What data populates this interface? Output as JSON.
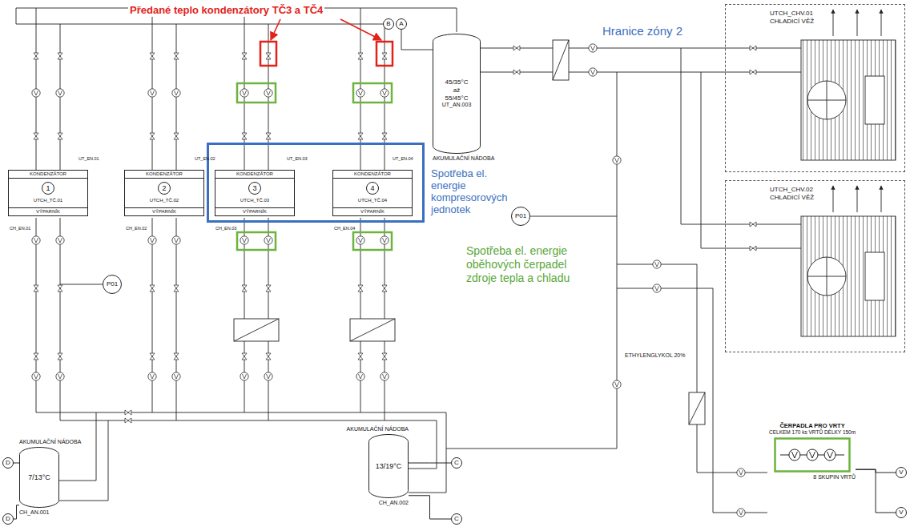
{
  "diagram": {
    "nodes": [
      {
        "text": [
          "B"
        ]
      },
      {
        "text": [
          "A"
        ]
      },
      {
        "text": [
          "45/35°C až 55/45°C",
          "UT_AN.003",
          "AKUMULAČNÍ NÁDOBA"
        ]
      },
      {
        "text": [
          "UTCH_CHV.01",
          "CHLADICÍ VĚŽ"
        ]
      },
      {
        "text": [
          "KONDENZÁTOR",
          "1",
          "UTCH_TČ.01",
          "VÝPARNÍK"
        ]
      },
      {
        "text": [
          "KONDENZÁTOR",
          "2",
          "UTCH_TČ.02",
          "VÝPARNÍK"
        ]
      },
      {
        "text": [
          "Spotřeba el. energie kompresorových jednotek"
        ]
      },
      {
        "text": [
          "KONDENZÁTOR",
          "3",
          "UTCH_TČ.03",
          "VÝPARNÍK"
        ],
        "in": 6
      },
      {
        "text": [
          "KONDENZÁTOR",
          "4",
          "UTCH_TČ.04",
          "VÝPARNÍK"
        ],
        "in": 6
      },
      {
        "text": [
          "UTCH_CHV.02",
          "CHLADICÍ VĚŽ"
        ]
      },
      {
        "text": [
          "P01"
        ]
      },
      {
        "text": [
          "P01"
        ]
      },
      {
        "text": [
          "D"
        ]
      },
      {
        "text": [
          "D"
        ]
      },
      {
        "text": [
          "AKUMULAČNÍ NÁDOBA",
          "7/13°C",
          "CH_AN.001"
        ]
      },
      {
        "text": [
          "AKUMULAČNÍ NÁDOBA",
          "13/19°C",
          "CH_AN.002"
        ]
      },
      {
        "text": [
          "C"
        ]
      },
      {
        "text": [
          "C"
        ]
      },
      {
        "text": [
          "ČERPADLA PRO VRTY",
          "CELKEM 170 ks VRTŮ DÉLKY 150m",
          "8 SKUPIN VRTŮ"
        ]
      },
      {
        "text": [
          "V"
        ]
      },
      {
        "text": [
          "V"
        ]
      }
    ],
    "edges": [
      {
        "from": 12,
        "to": 14,
        "arrow": "none"
      },
      {
        "from": 13,
        "to": 14,
        "arrow": "none"
      },
      {
        "from": 15,
        "to": 16,
        "arrow": "none"
      },
      {
        "from": 15,
        "to": 17,
        "arrow": "none"
      },
      {
        "from": 18,
        "to": 19,
        "arrow": "none"
      },
      {
        "from": 18,
        "to": 20,
        "arrow": "none"
      }
    ],
    "labels": [
      "Předané teplo kondenzátory TČ3 a TČ4",
      "Hranice zóny 2",
      "Spotřeba el. energie oběhových čerpadel zdroje tepla a chladu",
      "ETHYLENGLYKOL 20%",
      "UT_EN.01",
      "UT_EN.02",
      "UT_EN.03",
      "UT_EN.04",
      "CH_EN.01",
      "CH_EN.02",
      "CH_EN.03",
      "CH_EN.04"
    ]
  }
}
